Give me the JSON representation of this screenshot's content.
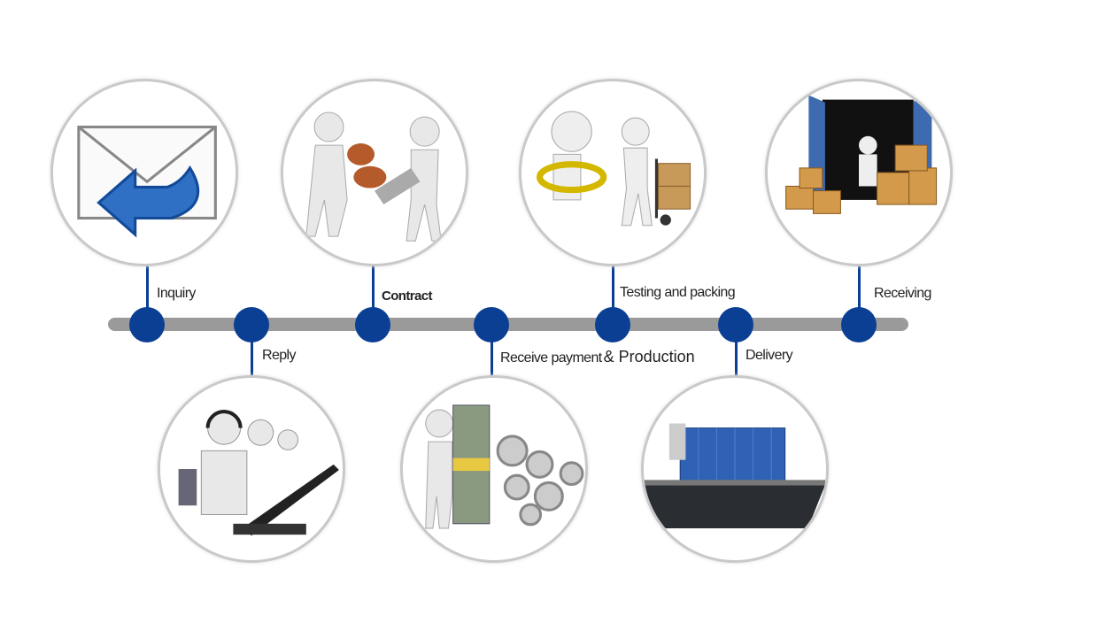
{
  "steps": [
    {
      "label": "Inquiry",
      "icon": "envelope-reply-icon"
    },
    {
      "label": "Reply",
      "icon": "call-center-icon"
    },
    {
      "label": "Contract",
      "icon": "handshake-contract-icon"
    },
    {
      "label": "Receive payment",
      "label2": "& Production",
      "icon": "money-gears-icon"
    },
    {
      "label": "Testing and packing",
      "icon": "inspection-packing-icon"
    },
    {
      "label": "Delivery",
      "icon": "cargo-ship-icon"
    },
    {
      "label": "Receiving",
      "icon": "container-boxes-icon"
    }
  ],
  "colors": {
    "accent": "#0b3f94",
    "bar": "#9a9a9a"
  }
}
